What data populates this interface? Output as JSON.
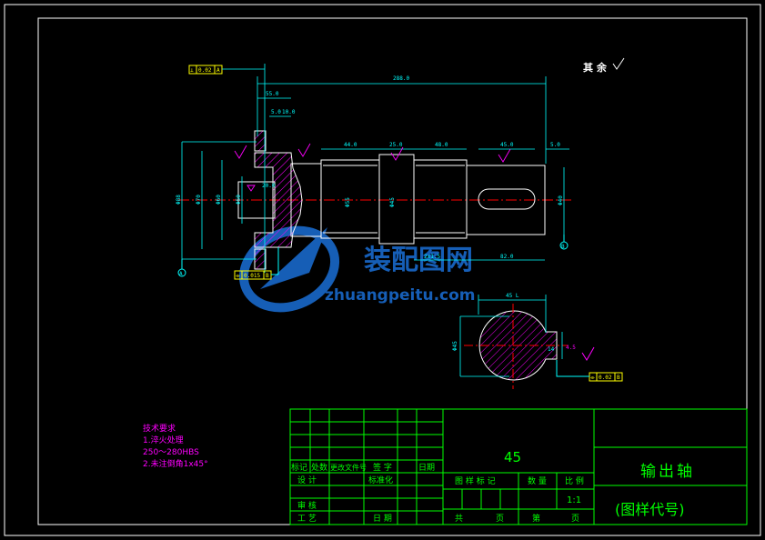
{
  "colors": {
    "background": "#000000",
    "frame": "#ffffff",
    "title_block": "#00ff00",
    "dimension": "#00ffff",
    "hatch": "#ff00ff",
    "centerline": "#ff0000",
    "outline": "#ffffff",
    "annotation": "#ff00ff",
    "tolerance_box": "#ffff00",
    "watermark": "#1a6fd6"
  },
  "roughness_note": {
    "text": "其 余"
  },
  "tolerance_frames": [
    {
      "symbol": "⊥",
      "value": "0.02",
      "datum": "A"
    },
    {
      "symbol": "⌯",
      "value": "0.015",
      "datum": "B"
    },
    {
      "symbol": "⌯",
      "value": "0.02",
      "datum": "B"
    }
  ],
  "datums": [
    "A",
    "B"
  ],
  "dimensions": {
    "overall": "288.0",
    "d1": "55.0",
    "d2": "5.0",
    "d3": "10.0",
    "d4": "44.0",
    "d5": "25.0",
    "d6": "48.0",
    "d7": "45.0",
    "d8": "5.0",
    "d9": "2x1.5",
    "d10": "82.0",
    "dia1": "Φ88",
    "dia2": "Φ70",
    "dia3": "Φ60",
    "dia4": "Φ50",
    "dia5": "Φ55",
    "dia6": "Φ45",
    "dia7": "Φ40",
    "keyway_w": "20.0",
    "section_top": "45 L",
    "section_dia": "Φ45",
    "section_key": "14",
    "section_depth": "4.5"
  },
  "technical_requirements": {
    "title": "技术要求",
    "items": [
      "1.淬火处理",
      "250～280HBS",
      "2.未注倒角1x45°"
    ]
  },
  "title_block": {
    "material": "45",
    "part_name": "输出轴",
    "drawing_no": "(图样代号)",
    "scale": "1:1",
    "headers": {
      "mark": "标记",
      "zones": "处数",
      "change_doc": "更改文件号",
      "sign": "签 字",
      "date": "日期",
      "design": "设 计",
      "standardize": "标准化",
      "review": "审 核",
      "process": "工 艺",
      "date2": "日 期",
      "sample_mark": "图 样 标 记",
      "weight": "数 量",
      "ratio": "比 例",
      "total": "共",
      "page": "页",
      "sheet": "第",
      "page2": "页"
    }
  },
  "watermark": {
    "brand": "装配图网",
    "url": "zhuangpeitu.com"
  }
}
